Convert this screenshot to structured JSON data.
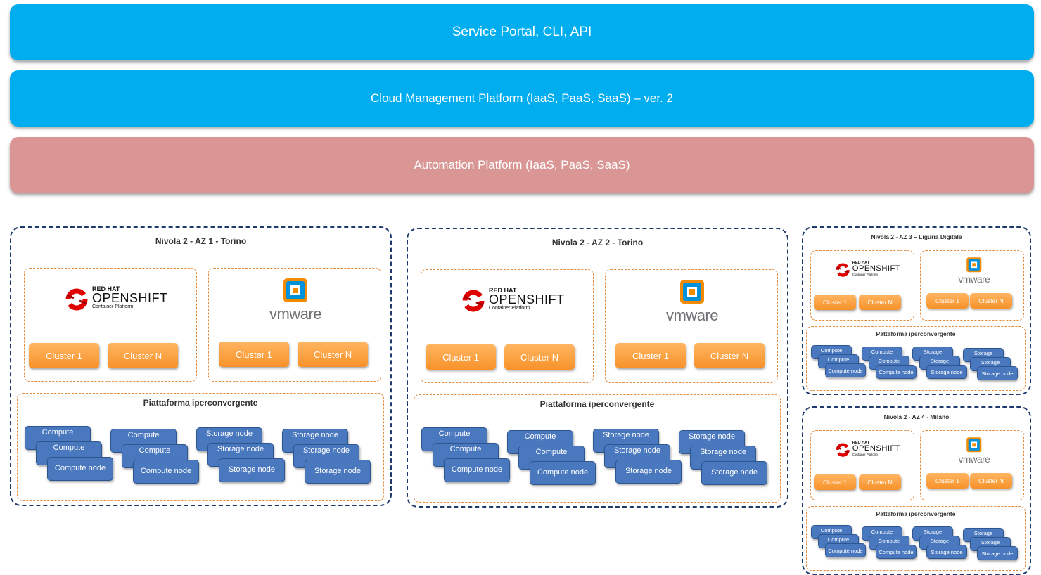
{
  "layers": {
    "service_portal": "Service Portal, CLI, API",
    "cloud_management": "Cloud Management Platform (IaaS, PaaS, SaaS)  – ver. 2",
    "automation": "Automation Platform (IaaS, PaaS, SaaS)"
  },
  "logos": {
    "redhat_line1": "RED HAT",
    "redhat_line2": "OPENSHIFT",
    "redhat_line3": "Container Platform",
    "vmware": "vmware"
  },
  "labels": {
    "cluster_1": "Cluster 1",
    "cluster_n": "Cluster N",
    "compute": "Compute",
    "compute_node": "Compute node",
    "storage": "Storage",
    "storage_node": "Storage node"
  },
  "zones": {
    "az1": {
      "title": "Nivola 2 - AZ 1 - Torino",
      "hyper": "Piattaforma iperconvergente"
    },
    "az2": {
      "title": "Nivola 2 - AZ 2 - Torino",
      "hyper": "Piattaforma iperconvergente"
    },
    "az3": {
      "title": "Nivola 2 - AZ 3 – Liguria Digitale",
      "hyper": "Pattaforma iperconvergente"
    },
    "az4": {
      "title": "Nivola 2 - AZ 4 - Milano",
      "hyper": "Pattaforma iperconvergente"
    }
  },
  "colors": {
    "band_blue": "#00adef",
    "band_pink": "#d99694",
    "zone_border": "#1f3b6e",
    "sub_border": "#e48a3a",
    "cluster_orange": "#f7922a",
    "node_blue": "#4a78bf",
    "redhat_red": "#e00000",
    "vmware_gray": "#717074",
    "vmware_orange": "#f38b00",
    "vmware_blue": "#0091da"
  }
}
